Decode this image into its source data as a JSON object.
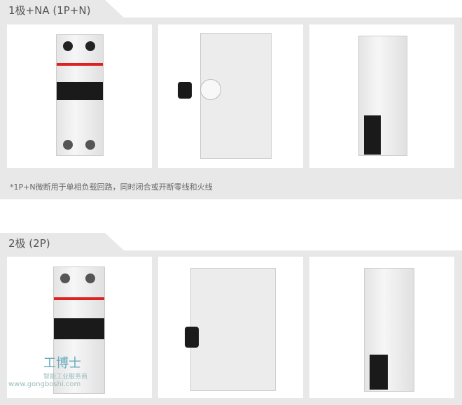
{
  "sections": [
    {
      "title": "1极+NA (1P+N)",
      "caption": "*1P+N微断用于单相负载回路，同时闭合或开断零线和火线"
    },
    {
      "title": "2极 (2P)"
    }
  ],
  "watermark": {
    "brand": "工博士",
    "subtitle": "智能工业服务商",
    "url": "www.gongboshi.com"
  },
  "colors": {
    "panel": "#e8e8e8",
    "abb_red": "#dd2222"
  }
}
